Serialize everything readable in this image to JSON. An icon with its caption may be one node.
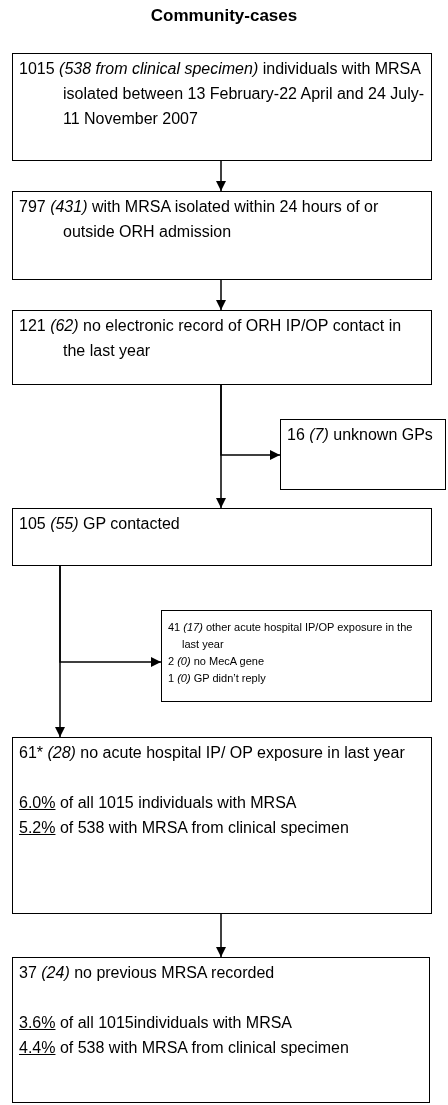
{
  "diagram": {
    "title": "Community-cases",
    "nodes": [
      {
        "text": [
          "1015 *(538 from clinical specimen)* individuals with MRSA isolated between 13 February-22 April and 24 July-11 November 2007"
        ]
      },
      {
        "text": [
          "797 *(431)* with MRSA isolated within 24 hours of or outside ORH admission"
        ]
      },
      {
        "text": [
          "121 *(62)* no electronic record of ORH IP/OP contact in the last year"
        ]
      },
      {
        "text": [
          "16 *(7)* unknown GPs"
        ]
      },
      {
        "text": [
          "105 *(55)* GP contacted"
        ]
      },
      {
        "text": [
          "41 *(17)* other acute hospital IP/OP exposure in the last year",
          "2 *(0)* no MecA gene",
          "1 *(0)* GP didn’t reply"
        ]
      },
      {
        "text": [
          "61* *(28)* no acute hospital IP/ OP exposure in last year",
          "6.0% of all 1015 individuals with MRSA",
          "5.2% of 538 with MRSA from clinical specimen"
        ]
      },
      {
        "text": [
          "37 *(24)* no previous MRSA recorded",
          "3.6% of all 1015individuals with MRSA",
          "4.4% of 538 with MRSA from clinical specimen"
        ]
      }
    ],
    "edges": [
      {
        "from": 0,
        "to": 1,
        "arrow": "to"
      },
      {
        "from": 1,
        "to": 2,
        "arrow": "to"
      },
      {
        "from": 2,
        "to": 4,
        "arrow": "to"
      },
      {
        "from": 2,
        "to": 3,
        "arrow": "to"
      },
      {
        "from": 4,
        "to": 6,
        "arrow": "to"
      },
      {
        "from": 4,
        "to": 5,
        "arrow": "to"
      },
      {
        "from": 6,
        "to": 7,
        "arrow": "to"
      }
    ]
  }
}
